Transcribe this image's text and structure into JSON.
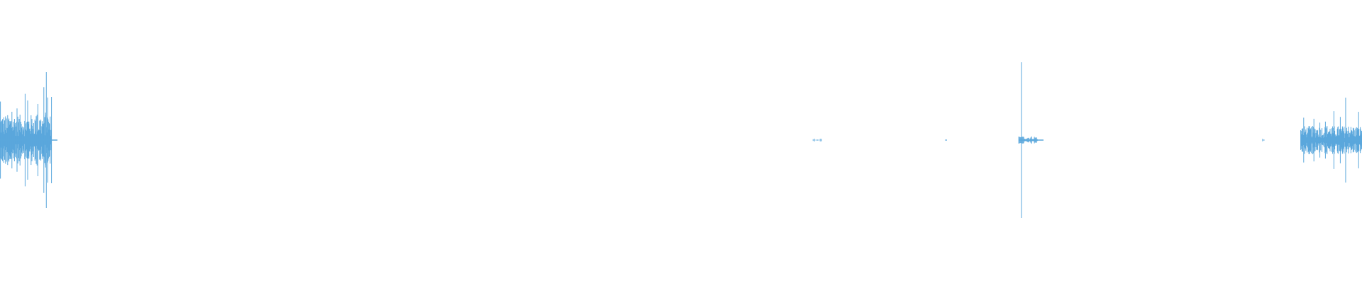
{
  "waveform": {
    "color": "#5aa7dc",
    "background": "#ffffff",
    "duration_fraction_reference": 1.0,
    "bursts": [
      {
        "start": 0.0,
        "end": 0.038,
        "peak": 0.18,
        "density": "dense",
        "spike_at": 0.034,
        "spike_peak": 0.48
      },
      {
        "start": 0.597,
        "end": 0.604,
        "peak": 0.01,
        "density": "sparse"
      },
      {
        "start": 0.694,
        "end": 0.696,
        "peak": 0.01,
        "density": "sparse"
      },
      {
        "start": 0.748,
        "end": 0.762,
        "peak": 0.08,
        "density": "medium",
        "spike_at": 0.75,
        "spike_peak": 0.55
      },
      {
        "start": 0.927,
        "end": 0.929,
        "peak": 0.01,
        "density": "sparse"
      },
      {
        "start": 0.955,
        "end": 1.0,
        "peak": 0.1,
        "density": "dense",
        "spike_at": 0.988,
        "spike_peak": 0.3
      }
    ]
  }
}
